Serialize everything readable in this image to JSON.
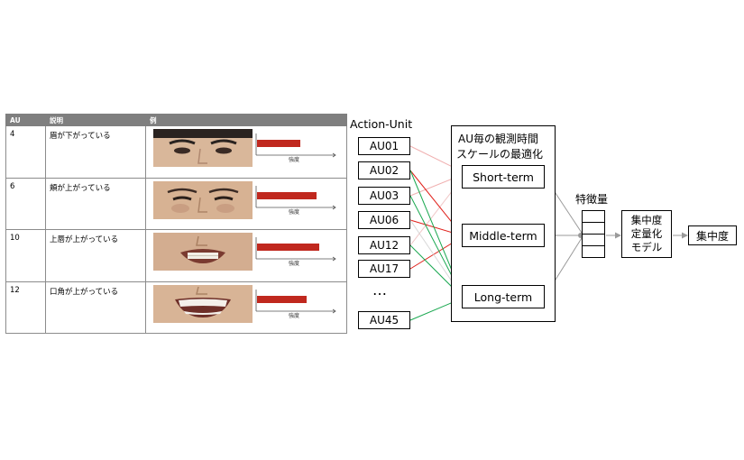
{
  "table": {
    "headers": [
      "AU",
      "説明",
      "例"
    ],
    "rows": [
      {
        "au": "4",
        "desc": "眉が下がっている",
        "intensity": 0.55
      },
      {
        "au": "6",
        "desc": "頬が上がっている",
        "intensity": 0.75
      },
      {
        "au": "10",
        "desc": "上唇が上がっている",
        "intensity": 0.78
      },
      {
        "au": "12",
        "desc": "口角が上がっている",
        "intensity": 0.62
      }
    ],
    "gauge_label": "強度"
  },
  "diagram": {
    "action_unit_title": "Action-Unit",
    "action_units": [
      "AU01",
      "AU02",
      "AU03",
      "AU06",
      "AU12",
      "AU17",
      "AU45"
    ],
    "ellipsis": "…",
    "optimization_title_line1": "AU毎の観測時間",
    "optimization_title_line2": "スケールの最適化",
    "terms": [
      "Short-term",
      "Middle-term",
      "Long-term"
    ],
    "feature_title": "特徴量",
    "model_line1": "集中度",
    "model_line2": "定量化",
    "model_line3": "モデル",
    "output": "集中度",
    "colors": {
      "red": "#e0201a",
      "green": "#1aa850",
      "gray": "#9a9a9a",
      "pink": "#f0b0b0",
      "bar": "#c0281e"
    }
  }
}
